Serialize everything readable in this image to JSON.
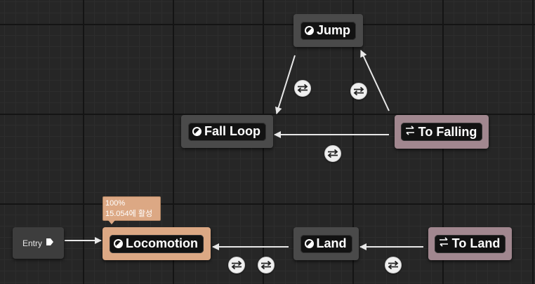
{
  "graph": {
    "entry_label": "Entry",
    "states": {
      "jump": "Jump",
      "fall_loop": "Fall Loop",
      "locomotion": "Locomotion",
      "land": "Land"
    },
    "conduits": {
      "to_falling": "To Falling",
      "to_land": "To Land"
    },
    "active_tooltip": {
      "weight": "100%",
      "active_time": "15.054에 활성"
    }
  },
  "colors": {
    "canvas": "#262626",
    "state_node": "#4a4a4a",
    "conduit_node": "#a1878f",
    "active_node": "#dca884",
    "wire": "#e8e8e8",
    "badge": "#f0f0f0"
  },
  "icons": [
    "state-icon",
    "conduit-icon",
    "play-icon",
    "transition-rule-icon"
  ]
}
